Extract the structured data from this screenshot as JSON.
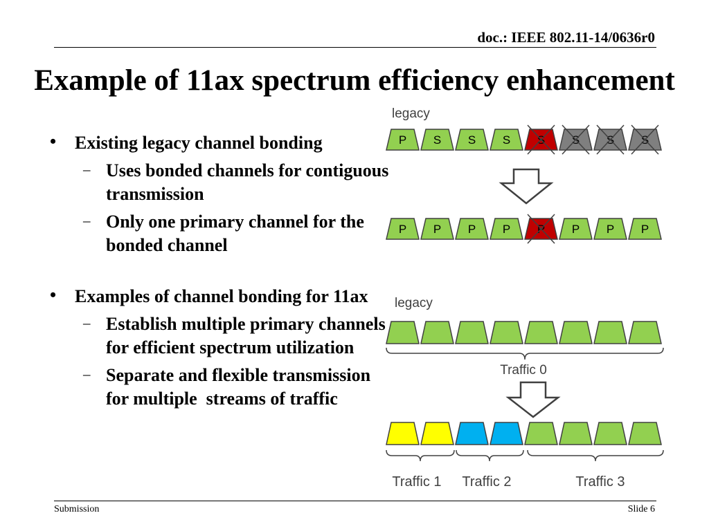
{
  "header": {
    "doc_id": "doc.: IEEE 802.11-14/0636r0"
  },
  "title": "Example of 11ax spectrum efficiency enhancement",
  "bullets": [
    {
      "text": "Existing legacy channel bonding",
      "subs": [
        "Uses bonded channels for contiguous transmission",
        "Only one primary channel for the bonded channel"
      ]
    },
    {
      "text": "Examples of channel bonding for 11ax",
      "subs": [
        "Establish multiple primary channels for efficient spectrum utilization",
        "Separate and flexible transmission for multiple  streams of traffic"
      ]
    }
  ],
  "diagram": {
    "colors": {
      "green": "#92d050",
      "red": "#c00000",
      "gray": "#7f7f7f",
      "yellow": "#ffff00",
      "blue": "#00b0f0"
    },
    "top": {
      "legacy_label": "legacy",
      "row1": [
        {
          "label": "P",
          "color": "green",
          "crossed": false
        },
        {
          "label": "S",
          "color": "green",
          "crossed": false
        },
        {
          "label": "S",
          "color": "green",
          "crossed": false
        },
        {
          "label": "S",
          "color": "green",
          "crossed": false
        },
        {
          "label": "S",
          "color": "red",
          "crossed": true
        },
        {
          "label": "S",
          "color": "gray",
          "crossed": true
        },
        {
          "label": "S",
          "color": "gray",
          "crossed": true
        },
        {
          "label": "S",
          "color": "gray",
          "crossed": true
        }
      ],
      "row2": [
        {
          "label": "P",
          "color": "green",
          "crossed": false
        },
        {
          "label": "P",
          "color": "green",
          "crossed": false
        },
        {
          "label": "P",
          "color": "green",
          "crossed": false
        },
        {
          "label": "P",
          "color": "green",
          "crossed": false
        },
        {
          "label": "P",
          "color": "red",
          "crossed": true
        },
        {
          "label": "P",
          "color": "green",
          "crossed": false
        },
        {
          "label": "P",
          "color": "green",
          "crossed": false
        },
        {
          "label": "P",
          "color": "green",
          "crossed": false
        }
      ]
    },
    "bottom": {
      "legacy_label": "legacy",
      "row1": [
        {
          "label": "",
          "color": "green",
          "crossed": false
        },
        {
          "label": "",
          "color": "green",
          "crossed": false
        },
        {
          "label": "",
          "color": "green",
          "crossed": false
        },
        {
          "label": "",
          "color": "green",
          "crossed": false
        },
        {
          "label": "",
          "color": "green",
          "crossed": false
        },
        {
          "label": "",
          "color": "green",
          "crossed": false
        },
        {
          "label": "",
          "color": "green",
          "crossed": false
        },
        {
          "label": "",
          "color": "green",
          "crossed": false
        }
      ],
      "traffic0_label": "Traffic 0",
      "row2": [
        {
          "label": "",
          "color": "yellow",
          "crossed": false
        },
        {
          "label": "",
          "color": "yellow",
          "crossed": false
        },
        {
          "label": "",
          "color": "blue",
          "crossed": false
        },
        {
          "label": "",
          "color": "blue",
          "crossed": false
        },
        {
          "label": "",
          "color": "green",
          "crossed": false
        },
        {
          "label": "",
          "color": "green",
          "crossed": false
        },
        {
          "label": "",
          "color": "green",
          "crossed": false
        },
        {
          "label": "",
          "color": "green",
          "crossed": false
        }
      ],
      "traffic_labels": [
        "Traffic 1",
        "Traffic 2",
        "Traffic 3"
      ]
    }
  },
  "footer": {
    "left": "Submission",
    "right": "Slide 6"
  }
}
